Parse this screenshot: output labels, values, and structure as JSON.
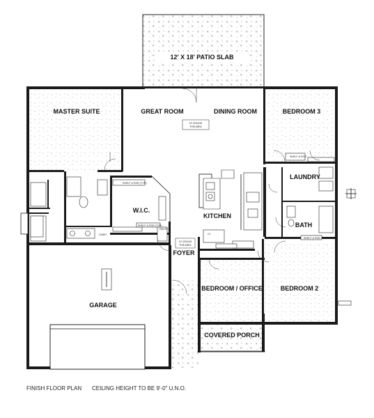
{
  "rooms": {
    "patio": "12' X 18' PATIO SLAB",
    "master_suite": "MASTER SUITE",
    "great_room": "GREAT ROOM",
    "dining_room": "DINING ROOM",
    "bedroom3": "BEDROOM 3",
    "laundry": "LAUNDRY",
    "wic": "W.I.C.",
    "kitchen": "KITCHEN",
    "bath": "BATH",
    "foyer": "FOYER",
    "garage": "GARAGE",
    "bedroom_office": "BEDROOM / OFFICE",
    "bedroom2": "BEDROOM 2",
    "covered_porch": "COVERED PORCH"
  },
  "notes": {
    "ceiling_great_1": "10' CEILING",
    "ceiling_great_2": "THIS AREA",
    "ceiling_foyer_1": "10' CEILING",
    "ceiling_foyer_2": "THIS AREA",
    "shelf_rod_1": "SHELF & ROD (TYP.)",
    "shelf_rod_2": "SHELF & ROD (TYP.)",
    "shelf_rod_3": "SHELF & ROD",
    "shelf_rod_4": "SHELF & ROD",
    "linen": "LINEN",
    "pantry": "PANTRY",
    "cl": "CL"
  },
  "footer": {
    "left": "FINISH FLOOR PLAN",
    "right": "CEILING HEIGHT TO BE 9'-0\" U.N.O."
  },
  "colors": {
    "wall": "#1a1a1a",
    "background": "#ffffff"
  }
}
